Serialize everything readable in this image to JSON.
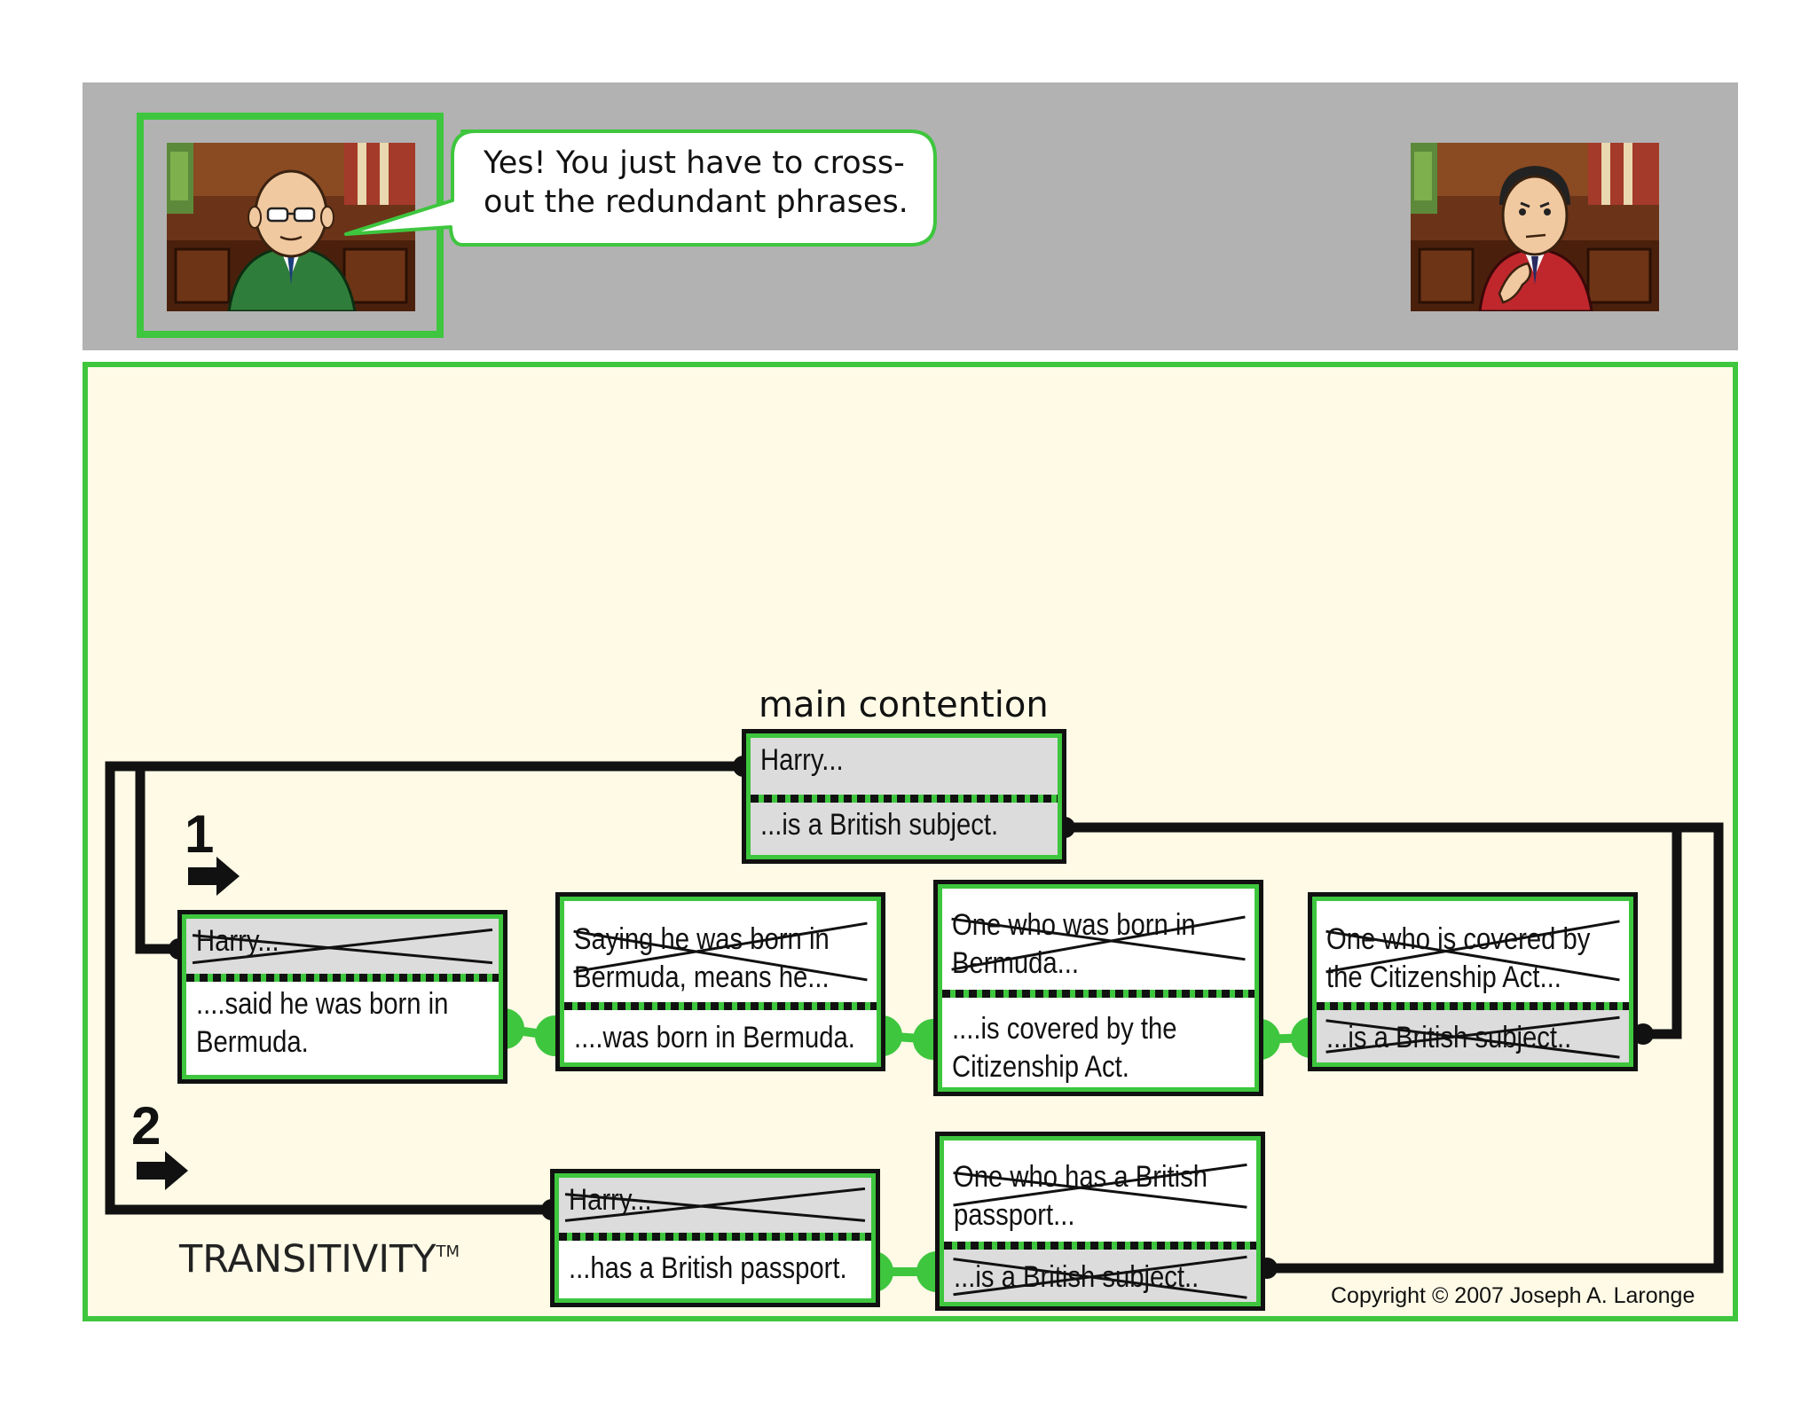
{
  "speech_bubble": {
    "line1": "Yes! You just have to cross-",
    "line2": "out the redundant phrases."
  },
  "diagram": {
    "heading": "main contention",
    "main": {
      "subject": "Harry...",
      "predicate": "...is a British subject."
    },
    "chain1": [
      {
        "top": [
          "Harry..."
        ],
        "top_crossed": true,
        "bottom": [
          "....said he was born in",
          "Bermuda."
        ],
        "bottom_crossed": false
      },
      {
        "top": [
          "Saying he was born in",
          "Bermuda, means he..."
        ],
        "top_crossed": true,
        "bottom": [
          "....was born in Bermuda."
        ],
        "bottom_crossed": false
      },
      {
        "top": [
          "One who was born in",
          "Bermuda..."
        ],
        "top_crossed": true,
        "bottom": [
          "....is covered by the",
          "Citizenship Act."
        ],
        "bottom_crossed": false
      },
      {
        "top": [
          "One who is covered by",
          "the Citizenship Act..."
        ],
        "top_crossed": true,
        "bottom": [
          "...is a British subject.."
        ],
        "bottom_crossed": true
      }
    ],
    "chain2": [
      {
        "top": [
          "Harry..."
        ],
        "top_crossed": true,
        "bottom": [
          "...has a British passport."
        ],
        "bottom_crossed": false
      },
      {
        "top": [
          "One who has a British",
          "passport..."
        ],
        "top_crossed": true,
        "bottom": [
          "...is a British subject.."
        ],
        "bottom_crossed": true
      }
    ],
    "labels": {
      "one": "1",
      "two": "2"
    }
  },
  "brand": {
    "name": "TRANSITIVITY",
    "mark": "TM"
  },
  "copyright": "Copyright © 2007 Joseph A. Laronge",
  "colors": {
    "accent_green": "#3ec63e",
    "panel_bg": "#fefae6",
    "banner_grey": "#b2b2b2"
  }
}
